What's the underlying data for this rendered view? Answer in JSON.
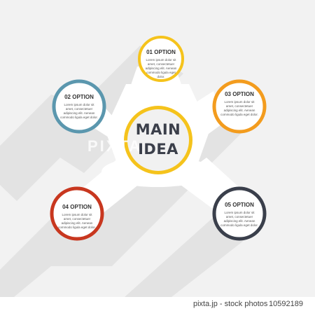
{
  "center": {
    "line1": "MAIN",
    "line2": "IDEA",
    "ring_color": "#f5c31c"
  },
  "options": [
    {
      "title": "01 OPTION",
      "body": "Lorem ipsum dolor sit amet, consectetuer adipiscing elit. Aenean commodo ligula eget dolor.",
      "color": "#f5c31c"
    },
    {
      "title": "02 OPTION",
      "body": "Lorem ipsum dolor sit amet, consectetuer adipiscing elit. Aenean commodo ligula eget dolor.",
      "color": "#5b97ae"
    },
    {
      "title": "03 OPTION",
      "body": "Lorem ipsum dolor sit amet, consectetuer adipiscing elit. Aenean commodo ligula eget dolor.",
      "color": "#f39c1e"
    },
    {
      "title": "04 OPTION",
      "body": "Lorem ipsum dolor sit amet, consectetuer adipiscing elit. Aenean commodo ligula eget dolor.",
      "color": "#c8371f"
    },
    {
      "title": "05 OPTION",
      "body": "Lorem ipsum dolor sit amet, consectetuer adipiscing elit. Aenean commodo ligula eget dolor.",
      "color": "#3a3f4b"
    }
  ],
  "watermark": "PIXTA",
  "footer": {
    "site": "pixta.jp - stock photos",
    "id": "10592189"
  }
}
